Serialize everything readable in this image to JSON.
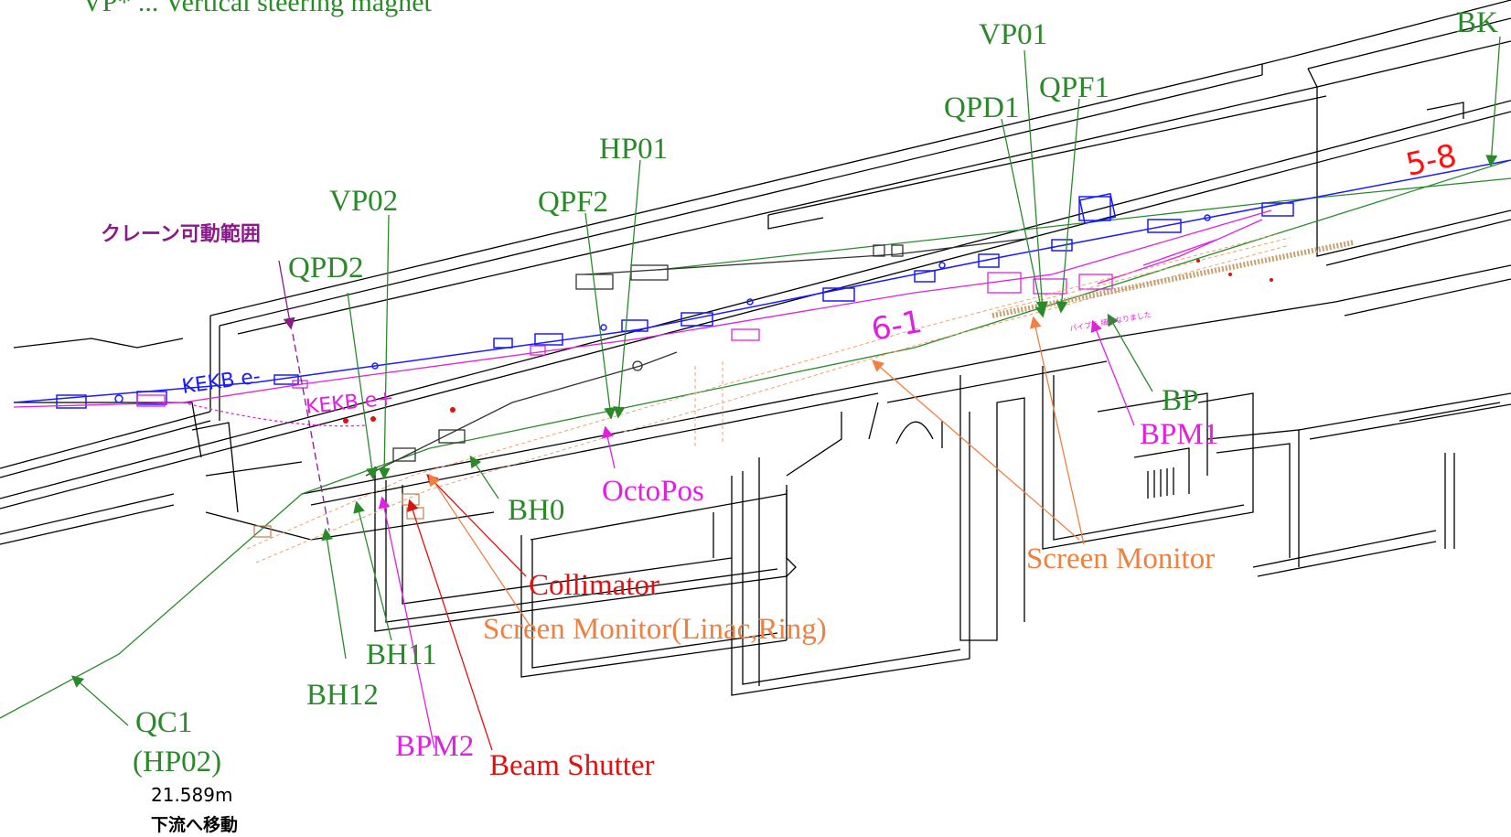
{
  "header_note": "VP* ... Vertical steering magnet",
  "colors": {
    "wall": "#000000",
    "beamline_blue": "#1a1aff",
    "beamline_magenta": "#e020e0",
    "green_label": "#2a8a2a",
    "magenta_label": "#e020e0",
    "red_label": "#e01010",
    "orange_label": "#f08040",
    "purple_label": "#8a1a8a",
    "red_number": "#ff1010"
  },
  "labels": {
    "vp01": "VP01",
    "bk": "BK",
    "qpd1": "QPD1",
    "qpf1": "QPF1",
    "hp01": "HP01",
    "vp02": "VP02",
    "qpf2": "QPF2",
    "crane_range": "クレーン可動範囲",
    "qpd2": "QPD2",
    "kekb_e_minus": "KEKB e-",
    "kekb_e_plus": "KEKB e+",
    "section_6_1": "6-1",
    "section_5_8": "5-8",
    "octopos": "OctoPos",
    "bh0": "BH0",
    "bp": "BP",
    "bpm1": "BPM1",
    "screen_monitor": "Screen Monitor",
    "collimator": "Collimator",
    "screen_monitor_linac_ring": "Screen Monitor(Linac,Ring)",
    "bh11": "BH11",
    "bh12": "BH12",
    "qc1": "QC1",
    "hp02": "(HP02)",
    "distance": "21.589m",
    "move_downstream": "下流へ移動",
    "bpm2": "BPM2",
    "beam_shutter": "Beam Shutter",
    "small_note": "パイプを 細くなりました"
  }
}
